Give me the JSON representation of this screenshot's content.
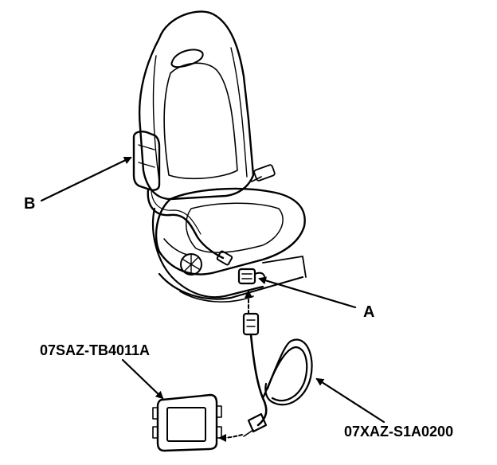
{
  "labels": {
    "a": "A",
    "b": "B",
    "tool_box": "07SAZ-TB4011A",
    "tool_cable": "07XAZ-S1A0200"
  },
  "colors": {
    "ink": "#000000",
    "background": "#ffffff"
  }
}
